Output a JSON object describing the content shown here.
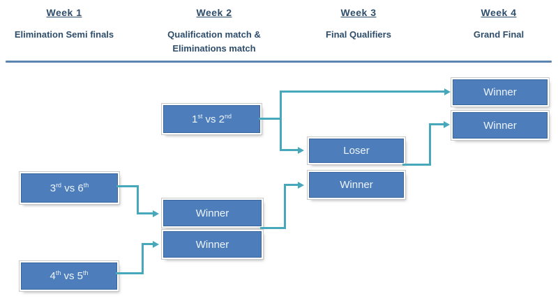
{
  "colors": {
    "node_fill": "#4d7ebb",
    "node_border": "#3a689e",
    "node_text": "#eef4fb",
    "connector": "#47a8bc",
    "header_text": "#2e4d6b",
    "divider": "#5b84b1"
  },
  "header": {
    "columns": [
      {
        "title": "Week 1",
        "subtitle": "Elimination Semi finals"
      },
      {
        "title": "Week 2",
        "subtitle": "Qualification match & Eliminations match"
      },
      {
        "title": "Week 3",
        "subtitle": "Final Qualifiers"
      },
      {
        "title": "Week 4",
        "subtitle": "Grand Final"
      }
    ]
  },
  "bracket": {
    "seed_1v2": {
      "p0": "1",
      "s0": "st",
      "p1": " vs 2",
      "s1": "nd"
    },
    "seed_3v6": {
      "p0": "3",
      "s0": "rd",
      "p1": " vs 6",
      "s1": "th"
    },
    "seed_4v5": {
      "p0": "4",
      "s0": "th",
      "p1": " vs 5",
      "s1": "th"
    },
    "w2_winner_upper": "Winner",
    "w2_winner_lower": "Winner",
    "w3_loser": "Loser",
    "w3_winner": "Winner",
    "w4_winner_top": "Winner",
    "w4_winner_bottom": "Winner"
  }
}
